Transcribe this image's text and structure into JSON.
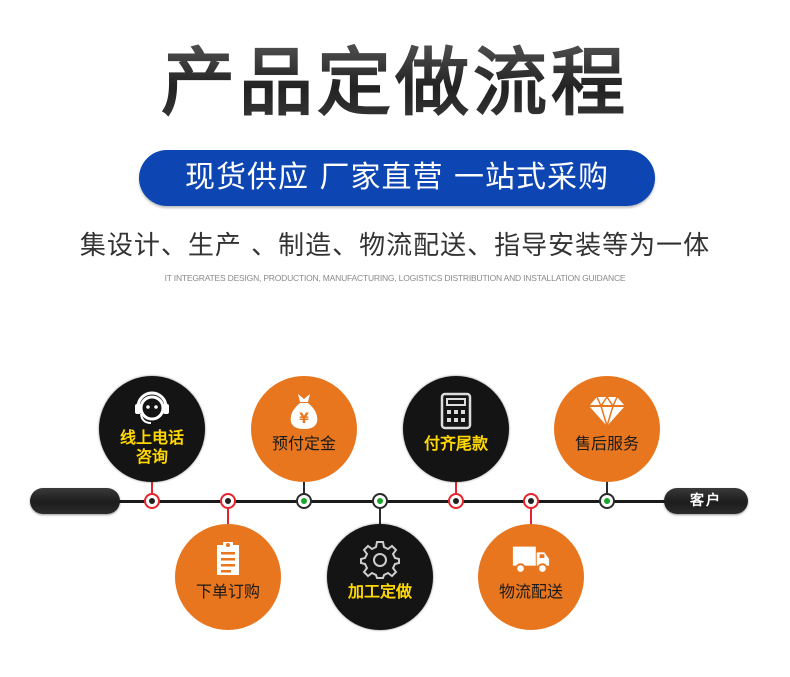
{
  "header": {
    "title": "产品定做流程",
    "banner": "现货供应 厂家直营 一站式采购",
    "subtitle": "集设计、生产 、制造、物流配送、指导安装等为一体",
    "subtitle_en": "IT INTEGRATES DESIGN, PRODUCTION, MANUFACTURING, LOGISTICS DISTRIBUTION AND INSTALLATION GUIDANCE"
  },
  "colors": {
    "banner_blue": "#0d45b3",
    "orange": "#e8761e",
    "black": "#141414",
    "yellow_text": "#ffd800",
    "node_red": "#e8222a",
    "node_green": "#17a829"
  },
  "timeline": {
    "start_label": "",
    "end_label": "客户",
    "steps": [
      {
        "order": 1,
        "label_line1": "线上电话",
        "label_line2": "咨询",
        "icon": "headset-support-icon",
        "style": "black",
        "position": "top",
        "node": "red"
      },
      {
        "order": 2,
        "label": "下单订购",
        "icon": "clipboard-icon",
        "style": "orange",
        "position": "bottom",
        "node": "red"
      },
      {
        "order": 3,
        "label": "预付定金",
        "icon": "money-bag-yen-icon",
        "style": "orange",
        "position": "top",
        "node": "green"
      },
      {
        "order": 4,
        "label": "加工定做",
        "icon": "gear-icon",
        "style": "black",
        "position": "bottom",
        "node": "green"
      },
      {
        "order": 5,
        "label": "付齐尾款",
        "icon": "calculator-icon",
        "style": "black",
        "position": "top",
        "node": "red"
      },
      {
        "order": 6,
        "label": "物流配送",
        "icon": "delivery-truck-icon",
        "style": "orange",
        "position": "bottom",
        "node": "red"
      },
      {
        "order": 7,
        "label": "售后服务",
        "icon": "diamond-icon",
        "style": "orange",
        "position": "top",
        "node": "green"
      }
    ]
  }
}
